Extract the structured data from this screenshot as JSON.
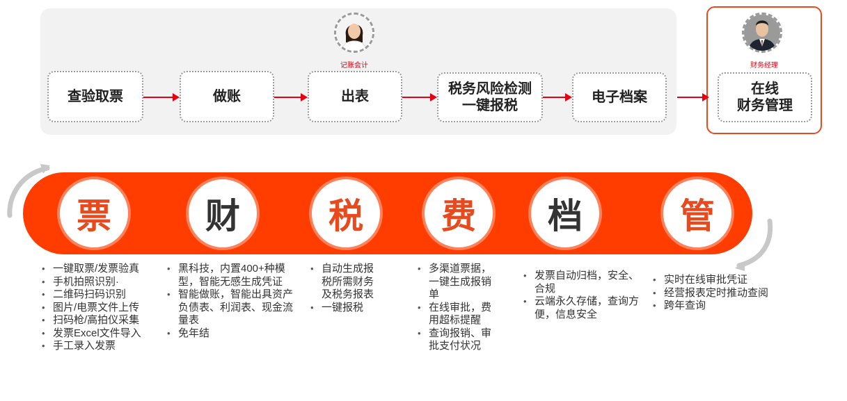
{
  "flow": {
    "steps": [
      "查验取票",
      "做账",
      "出表",
      "税务风险检测\n一键报税",
      "电子档案"
    ],
    "manager_step": "在线\n财务管理"
  },
  "roles": {
    "accountant": "记账会计",
    "manager": "财务经理"
  },
  "pillars": [
    {
      "char": "票",
      "color": "#e8491d",
      "items": [
        "一键取票/发票验真",
        "手机拍照识别·",
        "二维码扫码识别",
        "图片/电票文件上传",
        "扫码枪/高拍仪采集",
        "发票Excel文件导入",
        "手工录入发票"
      ]
    },
    {
      "char": "财",
      "color": "#333333",
      "items": [
        "黑科技，内置400+种模型，智能无感生成凭证",
        "智能做账，智能出具资产负债表、利润表、现金流量表",
        "免年结"
      ]
    },
    {
      "char": "税",
      "color": "#e8491d",
      "items": [
        "自动生成报税所需财务及税务报表",
        "一键报税"
      ]
    },
    {
      "char": "费",
      "color": "#e8491d",
      "items": [
        "多渠道票据，一键生成报销单",
        "在线审批，费用超标提醒",
        "查询报销、审批支付状况"
      ]
    },
    {
      "char": "档",
      "color": "#333333",
      "items": [
        "发票自动归档，安全、合规",
        "云端永久存储，查询方便，信息安全"
      ]
    },
    {
      "char": "管",
      "color": "#e8491d",
      "items": [
        "实时在线审批凭证",
        "经营报表定时推动查阅",
        "跨年查询"
      ]
    }
  ],
  "colors": {
    "accent": "#ff3d00",
    "arrow": "#e60012"
  }
}
